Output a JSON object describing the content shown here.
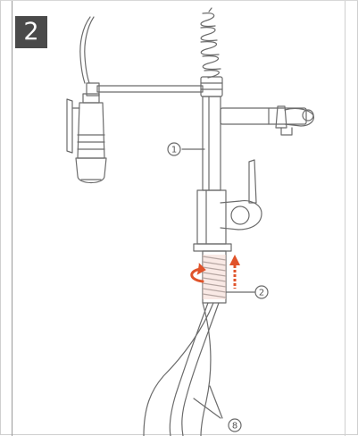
{
  "step": {
    "number": "2"
  },
  "callouts": [
    {
      "id": "1",
      "label": "1"
    },
    {
      "id": "2",
      "label": "2"
    },
    {
      "id": "8",
      "label": "8"
    }
  ],
  "colors": {
    "line": "#6b6b6b",
    "accent_red": "#e0532a",
    "badge_bg": "#4a4a4a"
  },
  "icons": {
    "rotate": "rotate-arrow-icon",
    "push_up": "up-arrow-icon"
  }
}
